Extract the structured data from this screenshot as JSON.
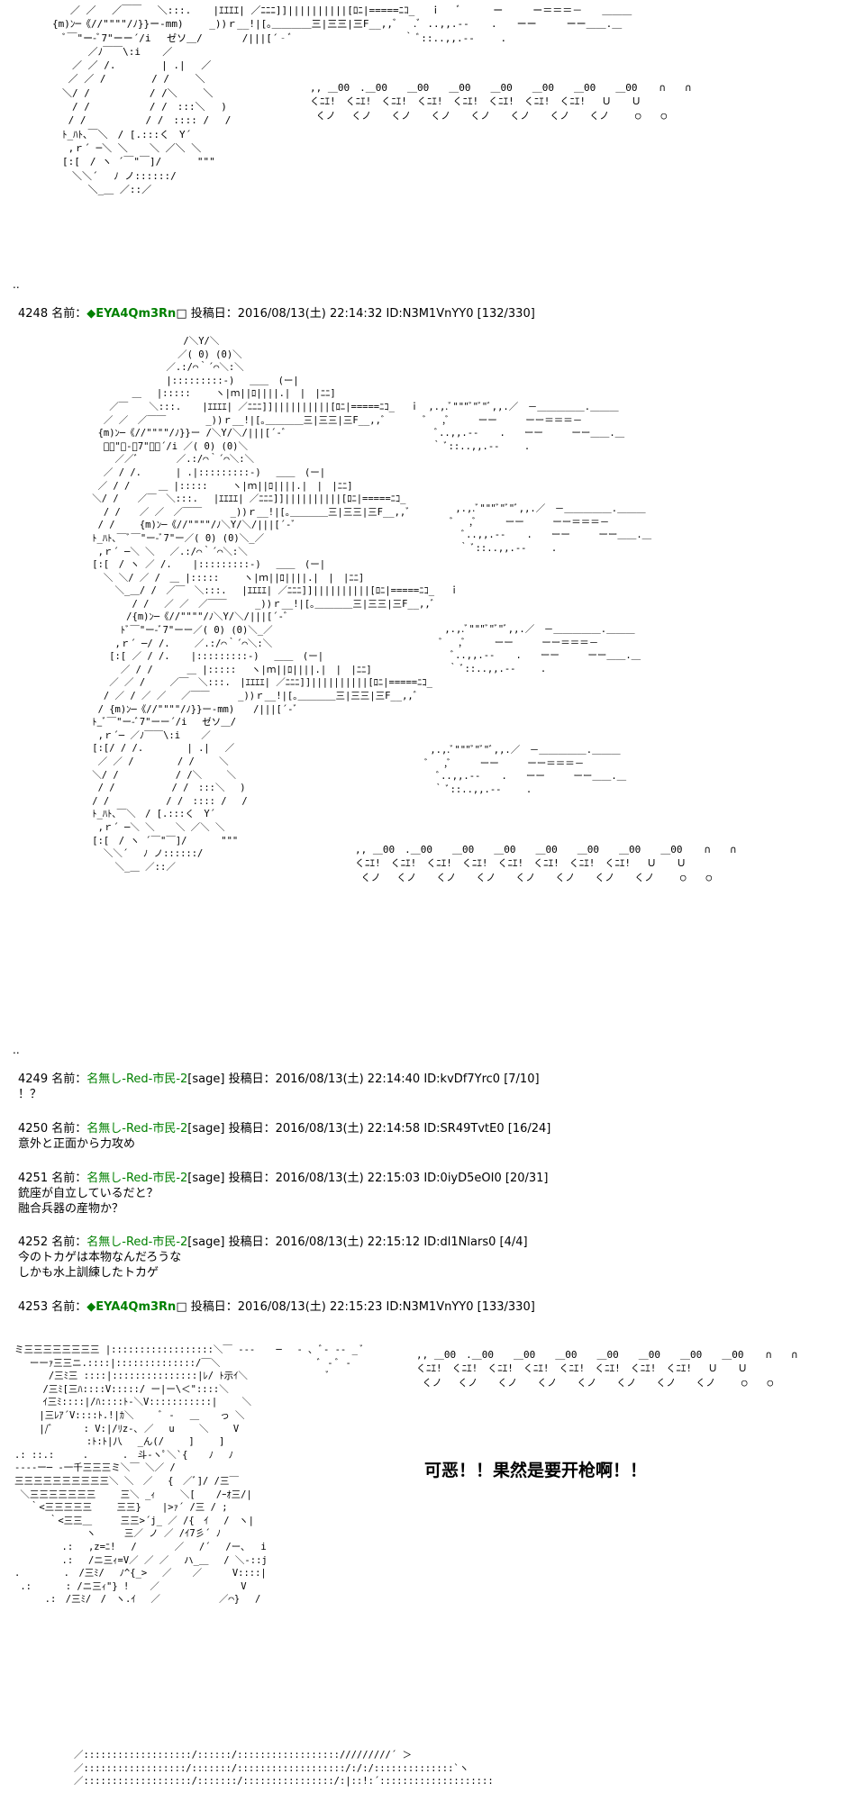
{
  "art": {
    "top_gun": "   ／ ／ 　／￣￣ 　＼:::. 　 |ｴｴｴｴ| ／ﾆﾆﾆ]]||||||||||[ﾛﾆ|=====ﾆｺ_　 ｉ 　ﾞ 　　 ー　　　ー＝＝＝－　　＿＿＿\n{m)ﾝ─《//\"\"\"\"/ﾉ}}ー-mm)　　 _))ｒ__!|[｡＿＿＿＿三|三三|三F__,,ﾞ　 .ﾞ ..,,.-- 　 .　　ーー　　　ーー＿＿.＿\n　ﾞ￣\"ー-ﾞ7\"ーー´/i 　ゼソ＿/　　　　/|||[´‐ﾞ　 　　　　　　　　　 ｀ ﾞ::..,,.--　　 .\n　　　 ／ﾉ￣￣\\:i 　 ／\n　　／ ／ /.　　　　 | .|　 ／\n　 ／ ／ /　　　　 / /　　 ＼\n　＼/ /　　　　　　/ /＼　　 ＼\n　　/ /　　　　　　/ /　:::＼　 )\n　 / /　　　　　　/ /　:::: /　 /\n　ﾄ_ﾊﾄ､￣＼　/ [.:::く　Y´\n　 ,ｒ´ ─＼ ＼ 　 ＼ ／＼ ＼\n　[:[　/ ヽ ´￣\"￣]/　　　 \"\"\"\n　　＼＼´ 　ﾉ ノ::::::/\n　　　 ＼_＿ ／::／",
    "top_cannon": "　　　　,, ＿00　.＿00　　＿00　　＿00　　＿00　　＿00　　＿00　　＿00 　 ∩　　∩\n　　　　くﾆｴ!　くﾆｴ!　くﾆｴ!　くﾆｴ!　くﾆｴ!　くﾆｴ!　くﾆｴ!　くﾆｴ!　 Ｕ　　Ｕ\n　　　　 くノ　 くノ　　くノ　　くノ　　くノ　　くノ　　くノ　　くノ　　 ○　　○",
    "mid_gun": "                       /＼Y/＼\n                      ／( 0) (0)＼\n                    ／.:/⌒｀´⌒＼:＼\n                    |:::::::::-)　 ＿＿　(ー|\n              ＿　 |:::::　 　ヽ|ｍ||ﾛ||||.|　|　|ﾆﾆ]\n          ／￣ 　 ＼:::.　  |ｴｴｴｴ| ／ﾆﾆﾆ]]||||||||||[ﾛﾆ|=====ﾆｺ_ 　ｉ\n         ／ ／　／￣￣  　　　_))ｒ__!|[｡＿＿＿＿三|三三|三F__,,ﾞ\n        {m)ﾝ─《//\"\"\"\"/ﾉ}}ー /＼Y/＼/|||[´‐ﾞ\n         ﾞ￣\"ー-ﾞ7\"ーー´/i ／( 0) (0)＼\n           ／／ﾞ　　　　／.:/⌒｀´⌒＼:＼\n         ／ / /.　　　 | .|:::::::::-)　 ＿＿　(ー|\n        ／ / /　　　＿ |:::::　 　ヽ|ｍ||ﾛ||||.|　|　|ﾆﾆ]\n       ＼/ /　　／￣　＼:::.　 |ｴｴｴｴ| ／ﾆﾆﾆ]]||||||||||[ﾛﾆ|=====ﾆｺ_\n         / /　　／ ／　／￣￣　　　_))ｒ__!|[｡＿＿＿＿三|三三|三F__,,ﾞ\n        / /　 　{m)ﾝ─《//\"\"\"\"/ﾉ＼Y/＼/|||[´‐ﾞ\n       ﾄ_ﾊﾄ､￣ﾞ￣\"ー-ﾞ7\"ー／( 0) (0)＼_／\n        ,ｒ´ ─＼ ＼　 ／.:/⌒｀´⌒＼:＼\n       [:[　/ ヽ ／ /.　  |:::::::::-)　 ＿＿　(ー|\n         ＼ ＼/ ／ /　＿ |:::::　 　ヽ|ｍ||ﾛ||||.|　|　|ﾆﾆ]\n           ＼_＿/ /　／￣　＼:::.　 |ｴｴｴｴ| ／ﾆﾆﾆ]]||||||||||[ﾛﾆ|=====ﾆｺ_　 ｉ\n              / /　 ／ ／　／￣￣　　　_))ｒ__!|[｡＿＿＿＿三|三三|三F__,,ﾞ\n             /{m)ﾝ─《//\"\"\"\"/ﾉ＼Y/＼/|||[´‐ﾞ\n            ﾄﾞ￣\"ー-ﾞ7\"ーー／( 0) (0)＼_／\n           ,ｒ´ ─/ /.　　 ／.:/⌒｀´⌒＼:＼\n          [:[ ／ / /.　  |:::::::::-)　 ＿＿　(ー|\n            ／ / /　　　 ＿ |:::::　 ヽ|ｍ||ﾛ||||.|　|　|ﾆﾆ]\n          ／ ／ /　　 ／￣　＼:::.　|ｴｴｴｴ| ／ﾆﾆﾆ]]||||||||||[ﾛﾆ|=====ﾆｺ_\n         / ／ / ／ ／ 　／￣￣　　　_))ｒ__!|[｡＿＿＿＿三|三三|三F__,,ﾞ\n        / {m)ﾝ─《//\"\"\"\"/ﾉ}}ー-mm)　　/|||[´‐ﾞ\n       ﾄ_ﾞ￣\"ー-ﾞ7\"ーー´/i 　ゼソ＿/\n        ,ｒ´─ ／ﾉ￣￣\\:i 　 ／\n       [:[/ / /.　　　　 | .|　 ／\n        ／ ／ /　　　　 / /　　 ＼\n       ＼/ /　　　　　　/ /＼　　 ＼\n        / /　　　　　　/ /　:::＼　 )\n       / /　　　　　　/ /　:::: /　 /\n       ﾄ_ﾊﾄ､￣＼　/ [.:::く　Y´\n        ,ｒ´ ─＼ ＼ 　 ＼ ／＼ ＼\n       [:[　/ ヽ ´￣\"￣]/　　　 \"\"\"\n         ＼＼´ 　ﾉ ノ::::::/\n           ＼_＿ ／::／",
    "mid_gun_tails": "　　 ,.,.ﾞ\"\"\"ﾞ\"ﾞ\"ﾞ,,.／　－＿＿＿＿＿.＿＿＿\n　　ﾞ　 ,ﾞ　　　ーー　　　ーー＝＝＝－\n　　　 ﾞ..,,.-- 　 .　　ーー　　　ーー＿＿.＿\n　　　｀ ﾞ::..,,.--　　 .",
    "mid_cannon": "　　　　,, ＿00　.＿00　　＿00　　＿00　　＿00　　＿00　　＿00　　＿00 　 ∩　　∩\n　　　　くﾆｴ!　くﾆｴ!　くﾆｴ!　くﾆｴ!　くﾆｴ!　くﾆｴ!　くﾆｴ!　くﾆｴ!　 Ｕ　　Ｕ\n　　　　 くノ　 くノ　　くノ　　くノ　　くノ　　くノ　　くノ　　くノ　　 ○　　○",
    "bottom_cannon": "　　,, ＿00　.＿00　　＿00　　＿00　　＿00　　＿00　　＿00　　＿00 　 ∩　　∩\n　　くﾆｴ!　くﾆｴ!　くﾆｴ!　くﾆｴ!　くﾆｴ!　くﾆｴ!　くﾆｴ!　くﾆｴ!　 Ｕ　　Ｕ\n　　 くノ　 くノ　　くノ　　くノ　　くノ　　くノ　　くノ　　くノ　　 ○　　○",
    "bottom_lizard": "ミ三三三三三三三三 |::::::::::::::::::＼￣ ‐‐‐ 　 ─　 ‐ ､ ﾞ‐ -- _ ﾞ\n　 ーーｧ三三ニ.::::|::::::::::::::/￣＼　　　　　　　　　　 ﾞ ‐ ﾞ ‐\n　　　 /三ﾐ三 ::::|:::::::::::::::|ﾚ/ ﾄ示ｲ＼　　　　　　　　 ﾞ\n　　　/三ﾐ[三ﾊ::::V:::::/ ー|ー\\＜\"::::＼\n　　　ｲ三ﾐ::::|/ﾊ::::ﾄ-＼V:::::::::::|　　 ＼\n　　 |三ﾚｱ´V::::ﾄ.!|ｶ＼ 　　ﾞ ‐　 ＿ 　 っ ＼\n　　 |/ﾞ　 　 : V:|/ﾘz‐､ ／ 　u　　 ＼　　 V\n　　　　　 　　:ﾄ:ﾄ|八　 _ん(/　　 ]　　 ]\n.: ::.:　　　.　　　 .　斗‐ヽﾟ＼`{ 　 ﾉ　 ﾉ\n----ー─ ‐一千三三三ミ＼￣ ＼／ /\n三三三三三三三三三三＼ ＼　／ 　{　／ﾞ]/ /三￣\n ＼三三三三三三三　　 三＼ _ｨ　　 ＼[ 　 /ｰｵ三/|\n　 ｀<三三三三三　　 三三} 　 |>ｧ´ /三 / ;\n　　　 ｀<三三＿　　　三三>´j_ ／ /{　ｲ 　/　ヽ|\n　　　　　　　 ヽ　　　三／ ノ ／ /ｲ7彡´ ﾉ\n　　　　　.:　 ,z=ﾆ!　 /　　　　／ 　/´　 /ー､ 　i\n　　　　　.: 　/ニ三ｨ=V／ ／ ／　 ハ_＿ 　/ ＼-::j\n.　　　　 .　/三ﾐ/　 ﾉ^{_>　 ／ 　 ／ 　　 V::::|\n .:　　　 : /ニ三ｨ\"} ! 　 ／　　　　　　　　 V\n 　　 .:　/三ﾐ/　/　ヽ.ｲ　 ／　　　 　 　／⌒} 　/",
    "bottom_pattern": "／:::::::::::::::::::/::::::/:::::::::::::::::://///////´ ＞\n／::::::::::::::::::/:::::::/:::::::::::::::::::/:/:/::::::::::::::`ヽ\n／:::::::::::::::::::/:::::::/::::::::::::::::/:|::!:´::::::::::::::::::::"
  },
  "posts": [
    {
      "number": "4248",
      "name_label": "名前：",
      "name": "◆EYA4Qm3Rn",
      "icon": "□",
      "date_label": "投稿日：",
      "date": "2016/08/13(土) 22:14:32",
      "id": "ID:N3M1VnYY0",
      "count": "[132/330]"
    },
    {
      "number": "4249",
      "name_label": "名前：",
      "name": "名無し-Red-市民-2",
      "sage": "[sage]",
      "date_label": "投稿日：",
      "date": "2016/08/13(土) 22:14:40",
      "id": "ID:kvDf7Yrc0",
      "count": "[7/10]",
      "body": "！？"
    },
    {
      "number": "4250",
      "name_label": "名前：",
      "name": "名無し-Red-市民-2",
      "sage": "[sage]",
      "date_label": "投稿日：",
      "date": "2016/08/13(土) 22:14:58",
      "id": "ID:SR49TvtE0",
      "count": "[16/24]",
      "body": "意外と正面から力攻め"
    },
    {
      "number": "4251",
      "name_label": "名前：",
      "name": "名無し-Red-市民-2",
      "sage": "[sage]",
      "date_label": "投稿日：",
      "date": "2016/08/13(土) 22:15:03",
      "id": "ID:0iyD5eOI0",
      "count": "[20/31]",
      "body": "銃座が自立しているだと？\n融合兵器の産物か？"
    },
    {
      "number": "4252",
      "name_label": "名前：",
      "name": "名無し-Red-市民-2",
      "sage": "[sage]",
      "date_label": "投稿日：",
      "date": "2016/08/13(土) 22:15:12",
      "id": "ID:dl1Nlars0",
      "count": "[4/4]",
      "body": "今のトカゲは本物なんだろうな\nしかも水上訓練したトカゲ"
    },
    {
      "number": "4253",
      "name_label": "名前：",
      "name": "◆EYA4Qm3Rn",
      "icon": "□",
      "date_label": "投稿日：",
      "date": "2016/08/13(土) 22:15:23",
      "id": "ID:N3M1VnYY0",
      "count": "[133/330]"
    }
  ],
  "separator_dots": "..",
  "exclamation": "可恶！！果然是要开枪啊！！",
  "colors": {
    "name_green": "#008000",
    "text": "#000000",
    "background": "#ffffff"
  }
}
